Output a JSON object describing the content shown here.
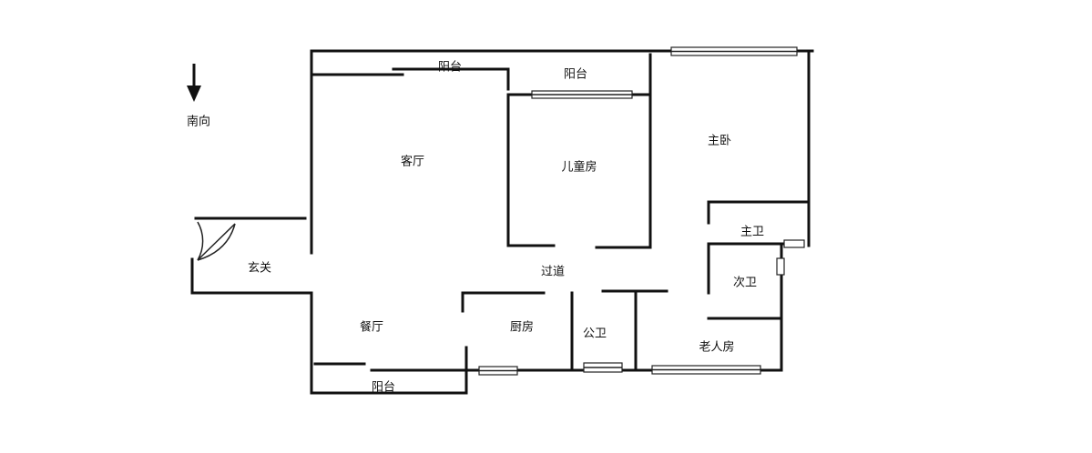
{
  "compass": {
    "label": "南向"
  },
  "rooms": {
    "balcony_top_left": "阳台",
    "balcony_top_mid": "阳台",
    "master_bedroom": "主卧",
    "living_room": "客厅",
    "kids_room": "儿童房",
    "master_bath": "主卫",
    "entrance": "玄关",
    "hallway": "过道",
    "second_bath": "次卫",
    "dining_room": "餐厅",
    "kitchen": "厨房",
    "public_bath": "公卫",
    "elderly_room": "老人房",
    "balcony_bottom": "阳台"
  }
}
